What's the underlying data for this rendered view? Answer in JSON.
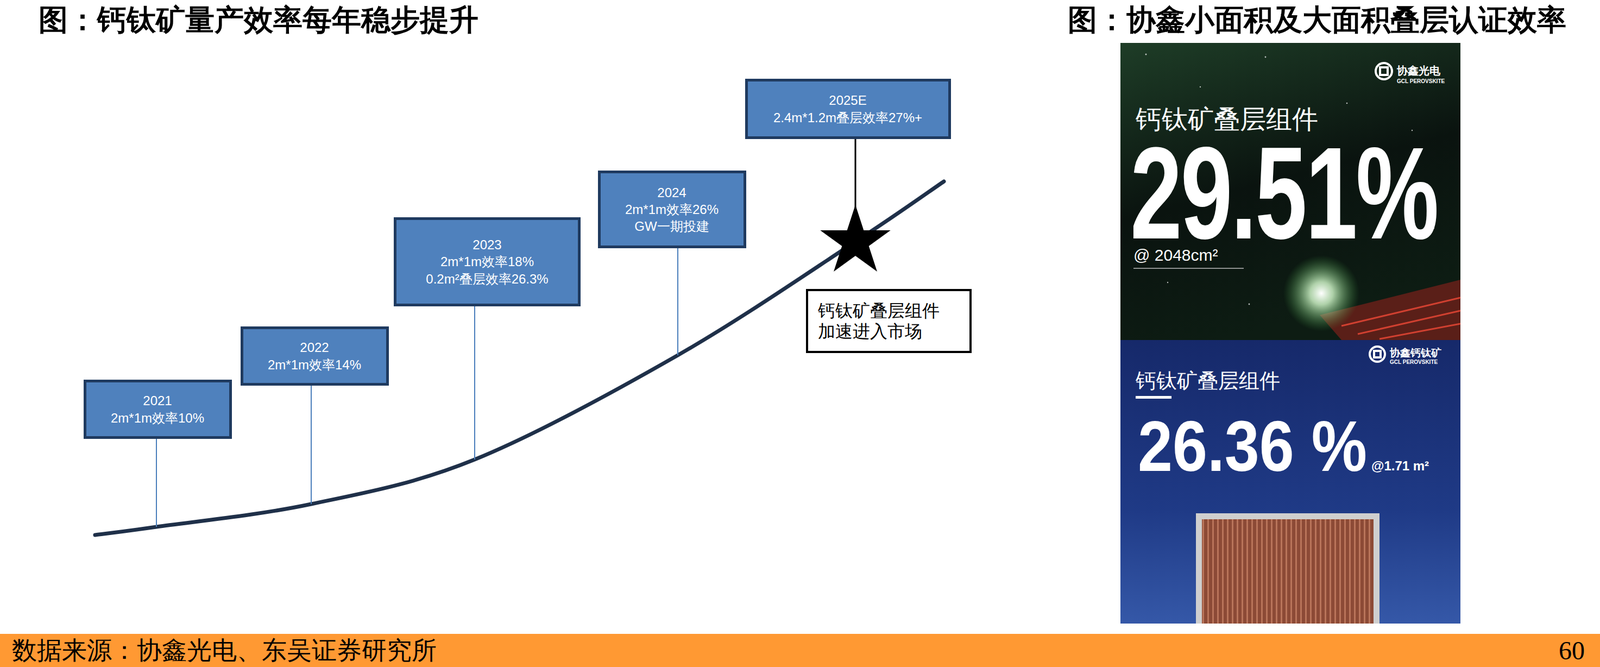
{
  "diagram": {
    "title": "图：钙钛矿量产效率每年稳步提升",
    "nodes": [
      {
        "text": [
          "2021",
          "2m*1m效率10%"
        ]
      },
      {
        "text": [
          "2022",
          "2m*1m效率14%"
        ]
      },
      {
        "text": [
          "2023",
          "2m*1m效率18%",
          "0.2m²叠层效率26.3%"
        ]
      },
      {
        "text": [
          "2024",
          "2m*1m效率26%",
          "GW一期投建"
        ]
      },
      {
        "text": [
          "2025E",
          "2.4m*1.2m叠层效率27%+"
        ]
      },
      {
        "text": [
          "钙钛矿叠层组件 加速进入市场"
        ]
      },
      {
        "text": [
          "钙钛矿叠层组件",
          "29.51%",
          "@ 2048cm²",
          "协鑫光电",
          "GCL PEROVSKITE"
        ]
      },
      {
        "text": [
          "钙钛矿叠层组件",
          "26.36 %",
          "@1.71 m²",
          "协鑫钙钛矿",
          "GCL PEROVSKITE"
        ]
      },
      {
        "text": [
          "数据来源：协鑫光电、东吴证券研究所",
          "60"
        ]
      }
    ],
    "labels": [
      "图：协鑫小面积及大面积叠层认证效率"
    ]
  }
}
